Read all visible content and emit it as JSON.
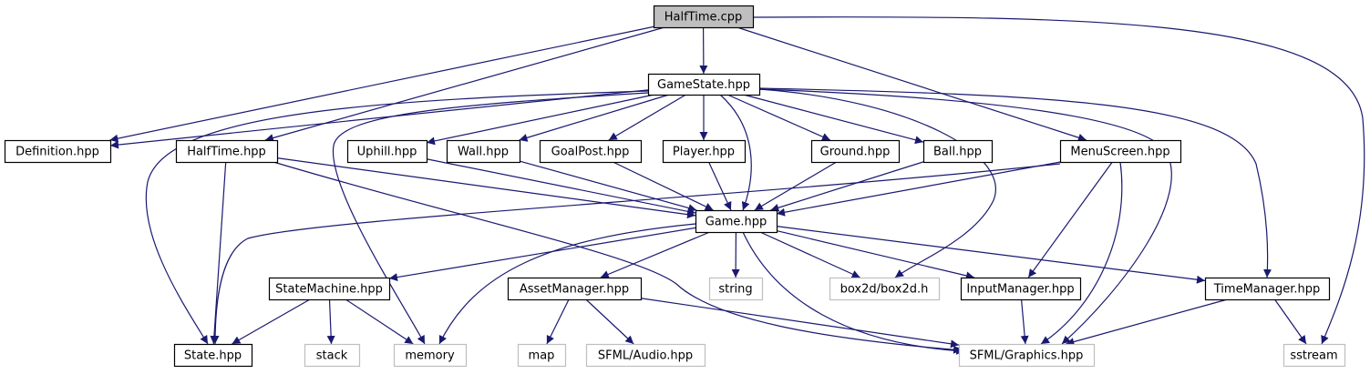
{
  "title": "HalfTime.cpp",
  "colors": {
    "edge": "#191970",
    "root_fill": "#bfbfbf",
    "external_border": "#bfbfbf"
  },
  "nodes": {
    "halftime_cpp": {
      "label": "HalfTime.cpp",
      "kind": "root"
    },
    "gamestate": {
      "label": "GameState.hpp",
      "kind": "local"
    },
    "definition": {
      "label": "Definition.hpp",
      "kind": "local"
    },
    "halftime_hpp": {
      "label": "HalfTime.hpp",
      "kind": "local"
    },
    "uphill": {
      "label": "Uphill.hpp",
      "kind": "local"
    },
    "wall": {
      "label": "Wall.hpp",
      "kind": "local"
    },
    "goalpost": {
      "label": "GoalPost.hpp",
      "kind": "local"
    },
    "player": {
      "label": "Player.hpp",
      "kind": "local"
    },
    "ground": {
      "label": "Ground.hpp",
      "kind": "local"
    },
    "ball": {
      "label": "Ball.hpp",
      "kind": "local"
    },
    "menuscreen": {
      "label": "MenuScreen.hpp",
      "kind": "local"
    },
    "game": {
      "label": "Game.hpp",
      "kind": "local"
    },
    "statemachine": {
      "label": "StateMachine.hpp",
      "kind": "local"
    },
    "assetmanager": {
      "label": "AssetManager.hpp",
      "kind": "local"
    },
    "string": {
      "label": "string",
      "kind": "ext"
    },
    "box2d": {
      "label": "box2d/box2d.h",
      "kind": "ext"
    },
    "inputmanager": {
      "label": "InputManager.hpp",
      "kind": "local"
    },
    "timemanager": {
      "label": "TimeManager.hpp",
      "kind": "local"
    },
    "state": {
      "label": "State.hpp",
      "kind": "local"
    },
    "stack": {
      "label": "stack",
      "kind": "ext"
    },
    "memory": {
      "label": "memory",
      "kind": "ext"
    },
    "map": {
      "label": "map",
      "kind": "ext"
    },
    "sfml_audio": {
      "label": "SFML/Audio.hpp",
      "kind": "ext"
    },
    "sfml_graphics": {
      "label": "SFML/Graphics.hpp",
      "kind": "ext"
    },
    "sstream": {
      "label": "sstream",
      "kind": "ext"
    }
  },
  "edges": [
    [
      "halftime_cpp",
      "gamestate"
    ],
    [
      "halftime_cpp",
      "definition"
    ],
    [
      "halftime_cpp",
      "halftime_hpp"
    ],
    [
      "halftime_cpp",
      "menuscreen"
    ],
    [
      "halftime_cpp",
      "sstream"
    ],
    [
      "gamestate",
      "definition"
    ],
    [
      "gamestate",
      "state"
    ],
    [
      "gamestate",
      "memory"
    ],
    [
      "gamestate",
      "uphill"
    ],
    [
      "gamestate",
      "wall"
    ],
    [
      "gamestate",
      "goalpost"
    ],
    [
      "gamestate",
      "player"
    ],
    [
      "gamestate",
      "ground"
    ],
    [
      "gamestate",
      "ball"
    ],
    [
      "gamestate",
      "game"
    ],
    [
      "gamestate",
      "box2d"
    ],
    [
      "gamestate",
      "sfml_graphics"
    ],
    [
      "gamestate",
      "timemanager"
    ],
    [
      "halftime_hpp",
      "game"
    ],
    [
      "halftime_hpp",
      "state"
    ],
    [
      "halftime_hpp",
      "sfml_graphics"
    ],
    [
      "uphill",
      "game"
    ],
    [
      "wall",
      "game"
    ],
    [
      "goalpost",
      "game"
    ],
    [
      "player",
      "game"
    ],
    [
      "ground",
      "game"
    ],
    [
      "ball",
      "game"
    ],
    [
      "menuscreen",
      "game"
    ],
    [
      "menuscreen",
      "state"
    ],
    [
      "menuscreen",
      "inputmanager"
    ],
    [
      "menuscreen",
      "sfml_graphics"
    ],
    [
      "game",
      "statemachine"
    ],
    [
      "game",
      "memory"
    ],
    [
      "game",
      "assetmanager"
    ],
    [
      "game",
      "string"
    ],
    [
      "game",
      "box2d"
    ],
    [
      "game",
      "inputmanager"
    ],
    [
      "game",
      "timemanager"
    ],
    [
      "game",
      "sfml_graphics"
    ],
    [
      "statemachine",
      "state"
    ],
    [
      "statemachine",
      "stack"
    ],
    [
      "statemachine",
      "memory"
    ],
    [
      "assetmanager",
      "map"
    ],
    [
      "assetmanager",
      "sfml_audio"
    ],
    [
      "assetmanager",
      "sfml_graphics"
    ],
    [
      "inputmanager",
      "sfml_graphics"
    ],
    [
      "timemanager",
      "sfml_graphics"
    ],
    [
      "timemanager",
      "sstream"
    ]
  ]
}
